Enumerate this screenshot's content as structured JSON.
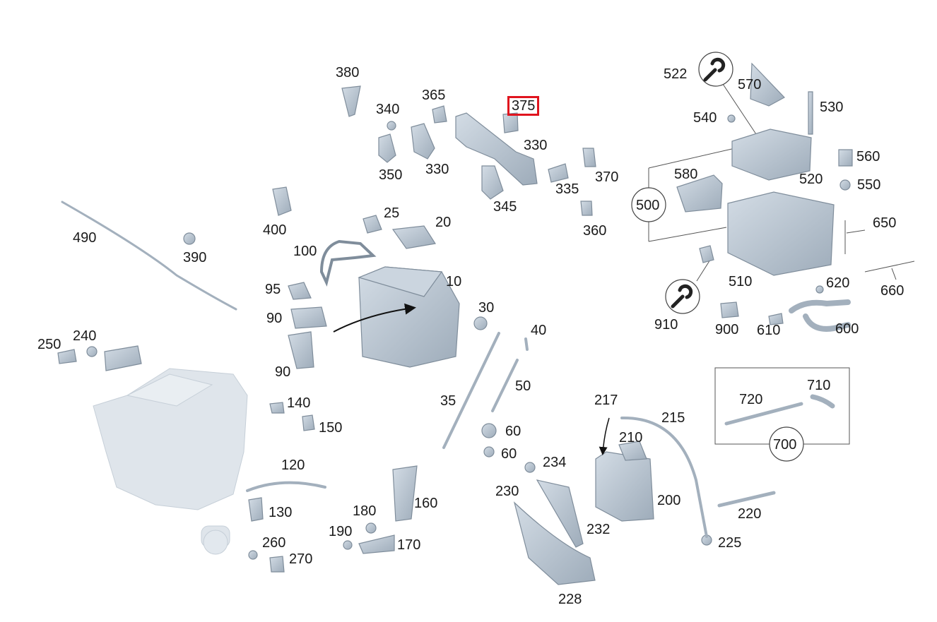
{
  "labels": [
    "380",
    "365",
    "340",
    "375",
    "330",
    "350",
    "330",
    "370",
    "335",
    "345",
    "360",
    "522",
    "570",
    "530",
    "540",
    "560",
    "520",
    "550",
    "580",
    "500",
    "650",
    "510",
    "620",
    "660",
    "910",
    "900",
    "610",
    "600",
    "490",
    "390",
    "400",
    "25",
    "20",
    "100",
    "95",
    "10",
    "90",
    "30",
    "90",
    "40",
    "250",
    "240",
    "35",
    "50",
    "140",
    "150",
    "60",
    "60",
    "120",
    "234",
    "130",
    "180",
    "160",
    "190",
    "170",
    "260",
    "270",
    "217",
    "215",
    "210",
    "230",
    "200",
    "232",
    "228",
    "225",
    "220",
    "710",
    "720",
    "700"
  ],
  "highlighted": "375",
  "colors": {
    "part_fill": "#b9c4cf",
    "part_edge": "#8c98a6",
    "engine_fill": "#dfe5eb",
    "highlight": "#e0141e",
    "text": "#1a1a1a"
  }
}
